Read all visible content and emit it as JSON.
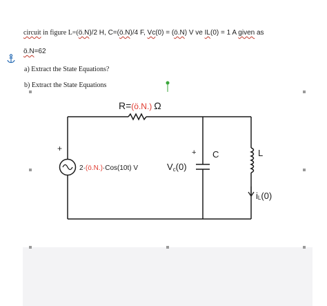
{
  "problem": {
    "line1_prefix": "circuit in figure L=(",
    "line1_on1": "ö.N",
    "line1_mid1": ")/2 H, C=(",
    "line1_on2": "ö.N",
    "line1_mid2": ")/4 F, ",
    "line1_vc": "Vc",
    "line1_mid3": "(0) = (",
    "line1_on3": "ö.N",
    "line1_mid4": ") V ve ",
    "line1_il": "IL",
    "line1_mid5": "(0) = 1 A ",
    "line1_given": "given",
    "line1_end": " as",
    "line2_on": "ö.N",
    "line2_rest": "=62",
    "part_a": "a)   Extract the State Equations?",
    "part_b": "b)  Extract the State Equations"
  },
  "circuit": {
    "resistor_label_prefix": "R=",
    "resistor_value": "(ö.N.)",
    "resistor_unit": "Ω",
    "source_coef": "2·",
    "source_value": "(ö.N.)",
    "source_expr": "·Cos(10t) V",
    "source_plus": "+",
    "cap_plus": "+",
    "vc_label_main": "V",
    "vc_label_sub": "c",
    "vc_label_end": "(0)",
    "cap_label": "C",
    "ind_label": "L",
    "il_label_main": "i",
    "il_label_sub": "L",
    "il_label_end": "(0)"
  },
  "colors": {
    "highlight": "#e03a2f",
    "wire": "#1a1a1a",
    "handle": "#9a9a9a",
    "rotate_handle": "#3aa63a",
    "anchor": "#2a6db5",
    "band": "#f3f3f5"
  },
  "icons": {
    "anchor": "anchor-icon",
    "rotate": "rotate-handle-icon",
    "ac_source": "ac-source-icon"
  }
}
